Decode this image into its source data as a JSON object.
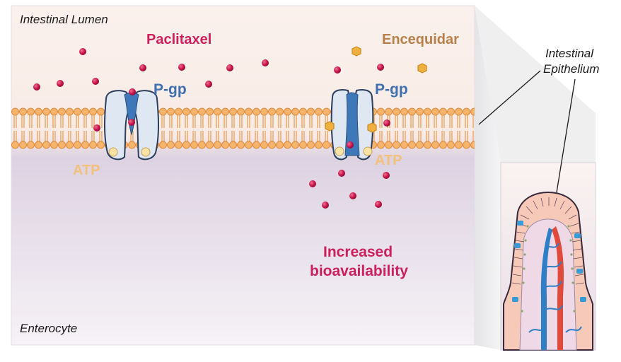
{
  "labels": {
    "lumen": "Intestinal Lumen",
    "enterocyte": "Enterocyte",
    "paclitaxel": "Paclitaxel",
    "encequidar": "Encequidar",
    "pgp_left": "P-gp",
    "pgp_right": "P-gp",
    "atp_left": "ATP",
    "atp_right": "ATP",
    "increased_line1": "Increased",
    "increased_line2": "bioavailability",
    "epithelium_line1": "Intestinal",
    "epithelium_line2": "Epithelium"
  },
  "colors": {
    "paclitaxel": "#cc1f5c",
    "encequidar": "#b8804a",
    "pgp": "#3f6fb0",
    "atp": "#f2c17a",
    "membrane": "#f2a55a",
    "drug_dot": "#c8144a",
    "encequidar_hex": "#f0b040"
  }
}
